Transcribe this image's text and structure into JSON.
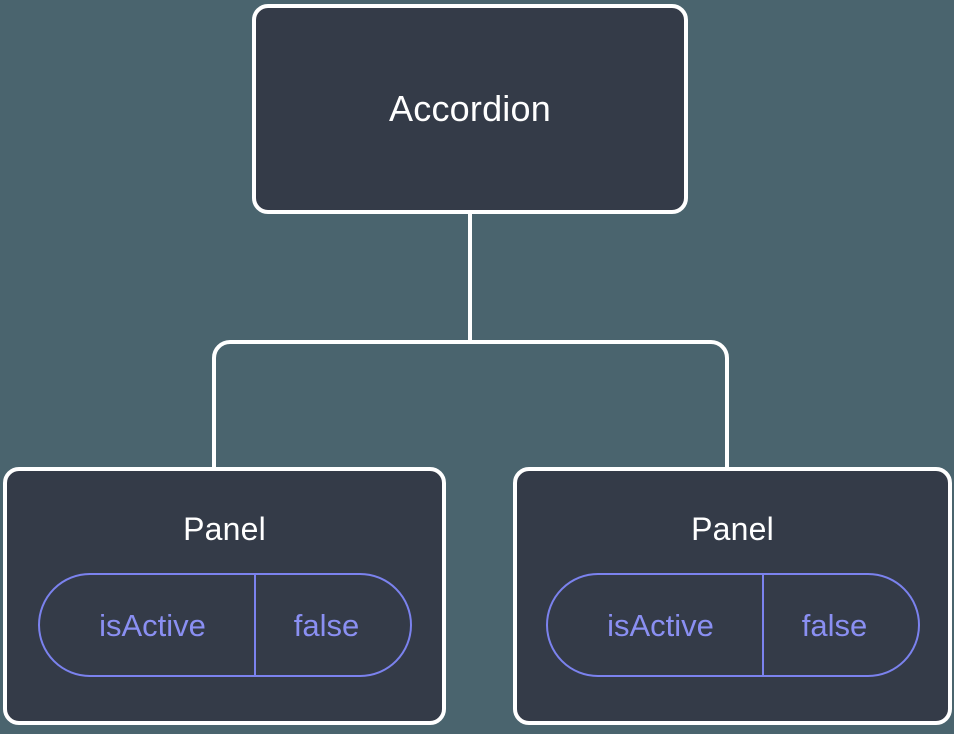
{
  "diagram": {
    "type": "component-tree",
    "background_color": "#4a646e",
    "node_fill_color": "#343b48",
    "node_border_color": "#ffffff",
    "edge_color": "#ffffff",
    "pill_color": "#7b82ee",
    "title_color": "#ffffff"
  },
  "root": {
    "title": "Accordion"
  },
  "children": [
    {
      "title": "Panel",
      "prop": {
        "key": "isActive",
        "value": "false"
      }
    },
    {
      "title": "Panel",
      "prop": {
        "key": "isActive",
        "value": "false"
      }
    }
  ]
}
